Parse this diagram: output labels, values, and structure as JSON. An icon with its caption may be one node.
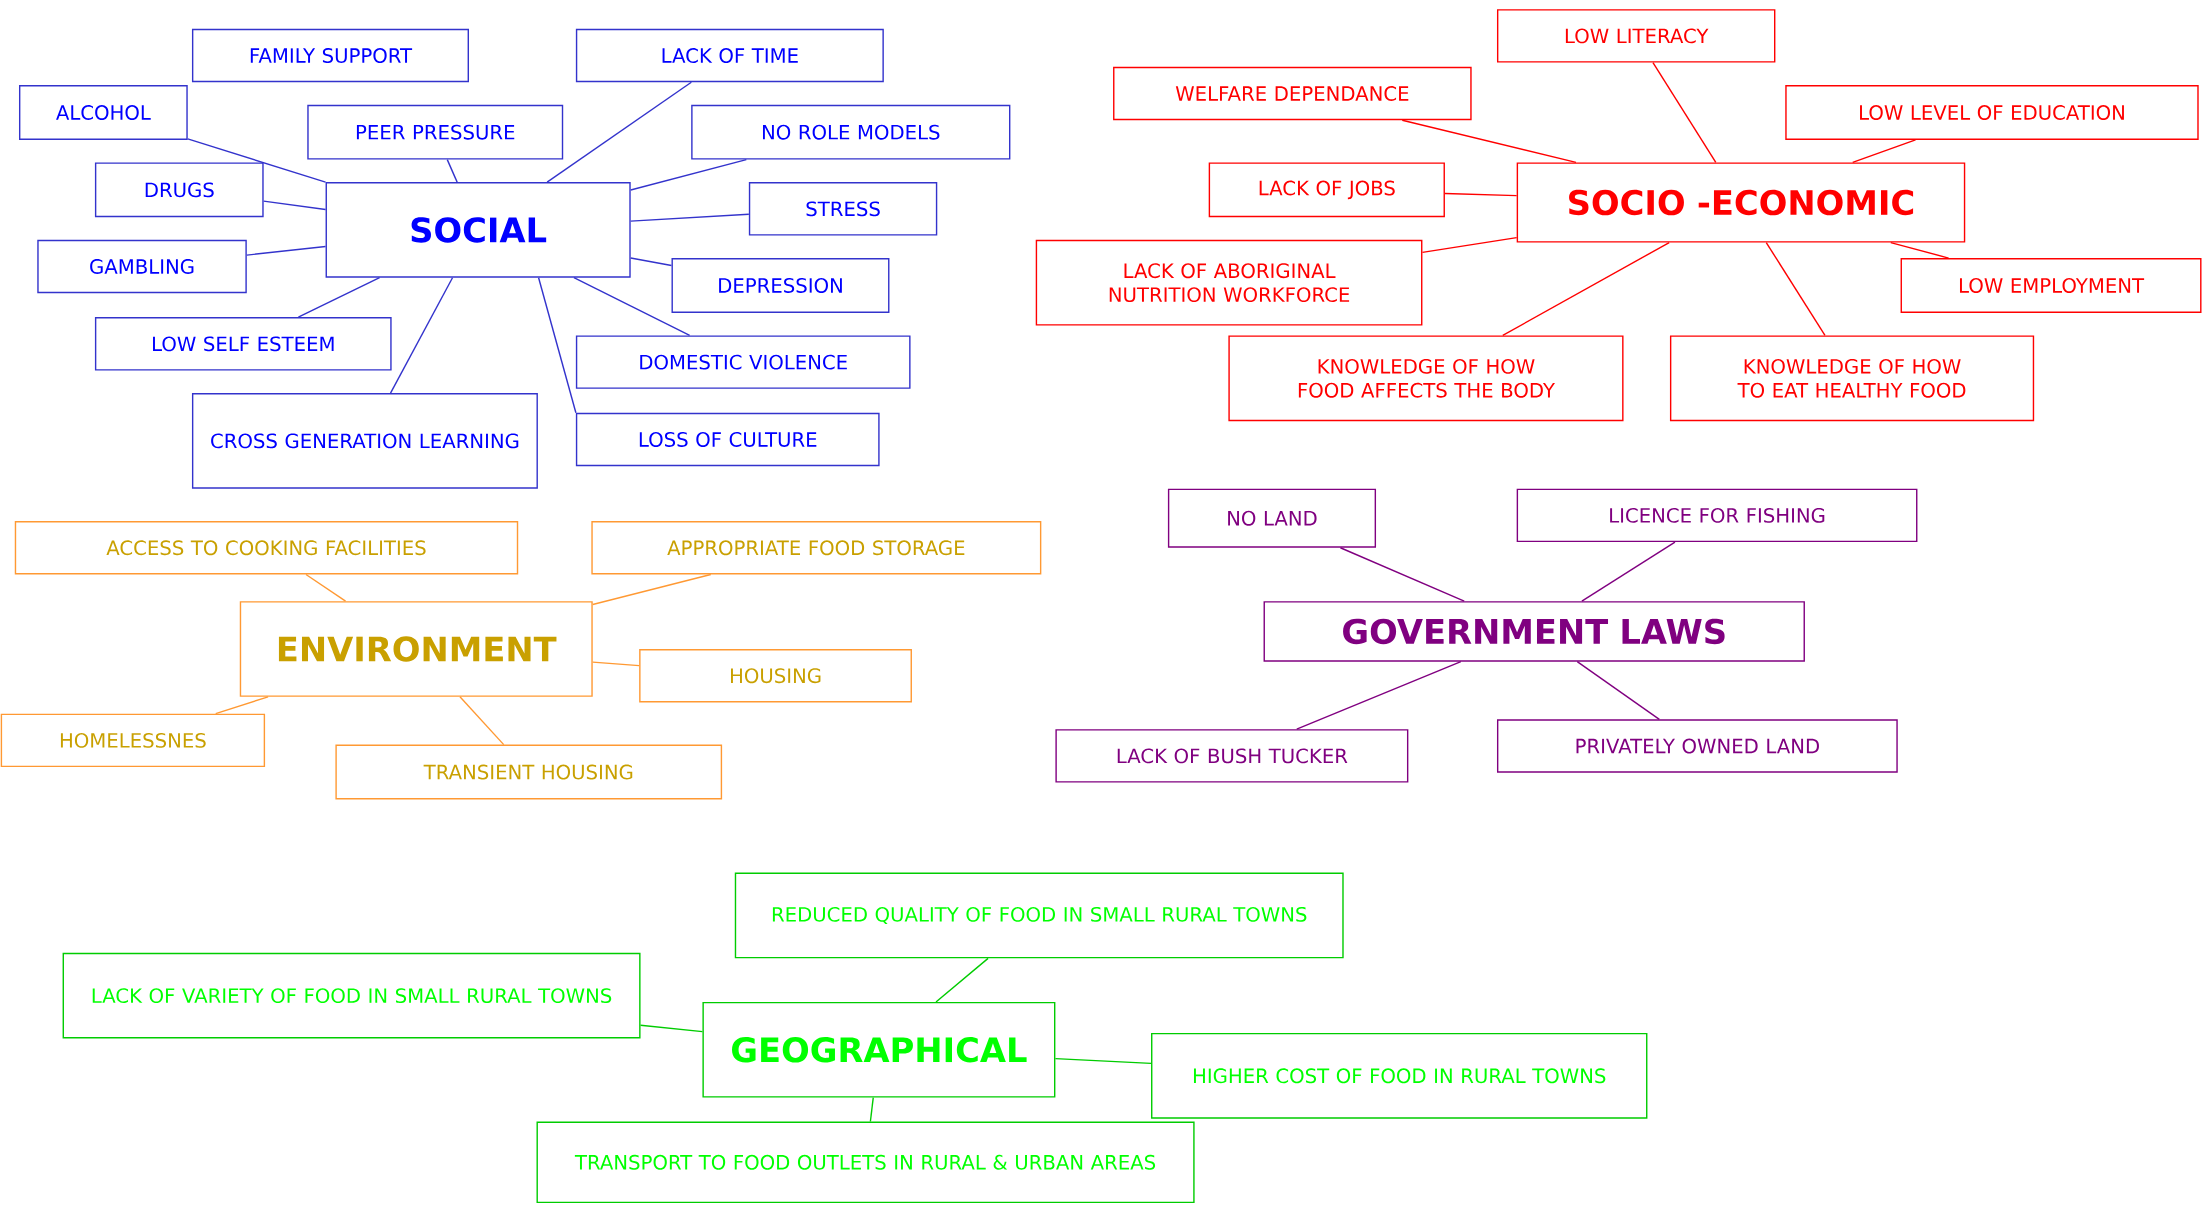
{
  "diagram": {
    "nodes": [
      {
        "text": [
          "SOCIAL"
        ]
      },
      {
        "text": [
          "FAMILY SUPPORT"
        ]
      },
      {
        "text": [
          "ALCOHOL"
        ]
      },
      {
        "text": [
          "PEER PRESSURE"
        ]
      },
      {
        "text": [
          "LACK OF TIME"
        ]
      },
      {
        "text": [
          "NO ROLE MODELS"
        ]
      },
      {
        "text": [
          "DRUGS"
        ]
      },
      {
        "text": [
          "STRESS"
        ]
      },
      {
        "text": [
          "GAMBLING"
        ]
      },
      {
        "text": [
          "DEPRESSION"
        ]
      },
      {
        "text": [
          "LOW SELF ESTEEM"
        ]
      },
      {
        "text": [
          "DOMESTIC VIOLENCE"
        ]
      },
      {
        "text": [
          "CROSS GENERATION LEARNING"
        ]
      },
      {
        "text": [
          "LOSS OF CULTURE"
        ]
      },
      {
        "text": [
          "SOCIO -ECONOMIC"
        ]
      },
      {
        "text": [
          "LOW LITERACY"
        ]
      },
      {
        "text": [
          "WELFARE DEPENDANCE"
        ]
      },
      {
        "text": [
          "LOW LEVEL OF EDUCATION"
        ]
      },
      {
        "text": [
          "LACK OF JOBS"
        ]
      },
      {
        "text": [
          "LACK OF ABORIGINAL NUTRITION WORKFORCE"
        ]
      },
      {
        "text": [
          "LOW EMPLOYMENT"
        ]
      },
      {
        "text": [
          "KNOWLEDGE OF HOW FOOD AFFECTS THE BODY"
        ]
      },
      {
        "text": [
          "KNOWLEDGE OF HOW TO EAT HEALTHY FOOD"
        ]
      },
      {
        "text": [
          "ENVIRONMENT"
        ]
      },
      {
        "text": [
          "ACCESS TO COOKING FACILITIES"
        ]
      },
      {
        "text": [
          "APPROPRIATE FOOD STORAGE"
        ]
      },
      {
        "text": [
          "HOUSING"
        ]
      },
      {
        "text": [
          "HOMELESSNES"
        ]
      },
      {
        "text": [
          "TRANSIENT HOUSING"
        ]
      },
      {
        "text": [
          "GOVERNMENT LAWS"
        ]
      },
      {
        "text": [
          "NO LAND"
        ]
      },
      {
        "text": [
          "LICENCE FOR FISHING"
        ]
      },
      {
        "text": [
          "LACK OF BUSH TUCKER"
        ]
      },
      {
        "text": [
          "PRIVATELY OWNED LAND"
        ]
      },
      {
        "text": [
          "GEOGRAPHICAL"
        ]
      },
      {
        "text": [
          "REDUCED QUALITY OF FOOD IN SMALL RURAL TOWNS"
        ]
      },
      {
        "text": [
          "LACK OF VARIETY OF FOOD IN SMALL RURAL TOWNS"
        ]
      },
      {
        "text": [
          "HIGHER COST OF FOOD IN RURAL TOWNS"
        ]
      },
      {
        "text": [
          "TRANSPORT TO FOOD OUTLETS IN RURAL & URBAN AREAS"
        ]
      }
    ],
    "edges": [
      {
        "from": 0,
        "to": 2,
        "arrow": "none",
        "color": "#3333cc"
      },
      {
        "from": 0,
        "to": 3,
        "arrow": "none",
        "color": "#3333cc"
      },
      {
        "from": 0,
        "to": 4,
        "arrow": "none",
        "color": "#3333cc"
      },
      {
        "from": 0,
        "to": 5,
        "arrow": "none",
        "color": "#3333cc"
      },
      {
        "from": 0,
        "to": 6,
        "arrow": "none",
        "color": "#3333cc"
      },
      {
        "from": 0,
        "to": 7,
        "arrow": "none",
        "color": "#3333cc"
      },
      {
        "from": 0,
        "to": 8,
        "arrow": "none",
        "color": "#3333cc"
      },
      {
        "from": 0,
        "to": 9,
        "arrow": "none",
        "color": "#3333cc"
      },
      {
        "from": 0,
        "to": 10,
        "arrow": "none",
        "color": "#3333cc"
      },
      {
        "from": 0,
        "to": 11,
        "arrow": "none",
        "color": "#3333cc"
      },
      {
        "from": 0,
        "to": 12,
        "arrow": "none",
        "color": "#3333cc"
      },
      {
        "from": 0,
        "to": 13,
        "arrow": "none",
        "color": "#3333cc"
      },
      {
        "from": 14,
        "to": 15,
        "arrow": "none",
        "color": "#ff0000"
      },
      {
        "from": 14,
        "to": 16,
        "arrow": "none",
        "color": "#ff0000"
      },
      {
        "from": 14,
        "to": 17,
        "arrow": "none",
        "color": "#ff0000"
      },
      {
        "from": 14,
        "to": 18,
        "arrow": "none",
        "color": "#ff0000"
      },
      {
        "from": 14,
        "to": 19,
        "arrow": "none",
        "color": "#ff0000"
      },
      {
        "from": 14,
        "to": 20,
        "arrow": "none",
        "color": "#ff0000"
      },
      {
        "from": 14,
        "to": 21,
        "arrow": "none",
        "color": "#ff0000"
      },
      {
        "from": 14,
        "to": 22,
        "arrow": "none",
        "color": "#ff0000"
      },
      {
        "from": 23,
        "to": 24,
        "arrow": "none",
        "color": "#ff9933"
      },
      {
        "from": 23,
        "to": 25,
        "arrow": "none",
        "color": "#ff9933"
      },
      {
        "from": 23,
        "to": 26,
        "arrow": "none",
        "color": "#ff9933"
      },
      {
        "from": 23,
        "to": 27,
        "arrow": "none",
        "color": "#ff9933"
      },
      {
        "from": 23,
        "to": 28,
        "arrow": "none",
        "color": "#ff9933"
      },
      {
        "from": 29,
        "to": 30,
        "arrow": "none",
        "color": "#800080"
      },
      {
        "from": 29,
        "to": 31,
        "arrow": "none",
        "color": "#800080"
      },
      {
        "from": 29,
        "to": 32,
        "arrow": "none",
        "color": "#800080"
      },
      {
        "from": 29,
        "to": 33,
        "arrow": "none",
        "color": "#800080"
      },
      {
        "from": 34,
        "to": 35,
        "arrow": "none",
        "color": "#00cc00"
      },
      {
        "from": 34,
        "to": 36,
        "arrow": "none",
        "color": "#00cc00"
      },
      {
        "from": 34,
        "to": 37,
        "arrow": "none",
        "color": "#00cc00"
      },
      {
        "from": 34,
        "to": 38,
        "arrow": "none",
        "color": "#00cc00"
      }
    ]
  }
}
